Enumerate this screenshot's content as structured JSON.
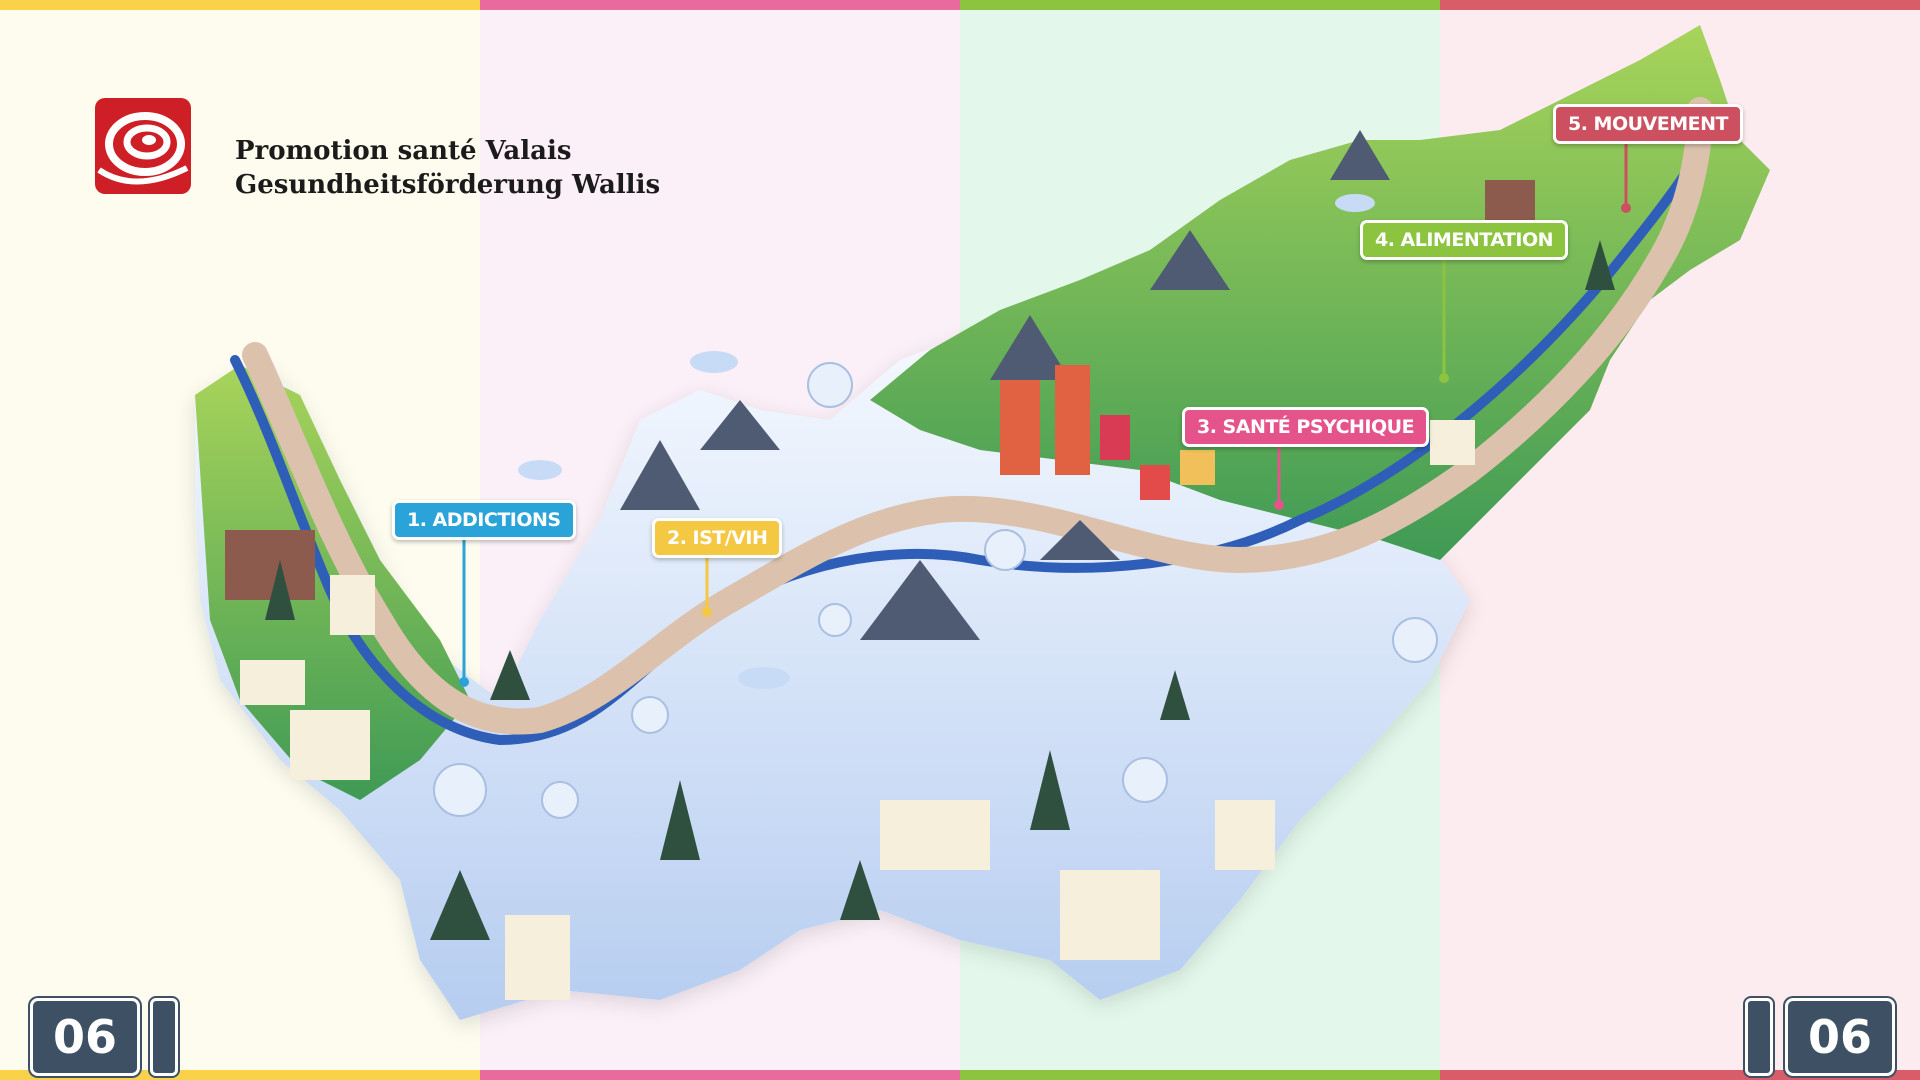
{
  "brand": {
    "line1": "Promotion santé Valais",
    "line2": "Gesundheitsförderung Wallis",
    "logo_icon": "red-spiral-logo-icon"
  },
  "colors": {
    "column_1_bg": "#fdfcef",
    "column_2_bg": "#fcf0f8",
    "column_3_bg": "#e3f8ea",
    "column_4_bg": "#fcebef",
    "bar_yellow": "#f9d24a",
    "bar_pink": "#e96a9c",
    "bar_green": "#8cc43f",
    "bar_red": "#d95c69",
    "logo_red": "#cf1f26"
  },
  "markers": [
    {
      "label": "1. ADDICTIONS",
      "color": "#2aa3d8"
    },
    {
      "label": "2. IST/VIH",
      "color": "#f4c842"
    },
    {
      "label": "3. SANTÉ PSYCHIQUE",
      "color": "#e4548b"
    },
    {
      "label": "4. ALIMENTATION",
      "color": "#8cc43f"
    },
    {
      "label": "5. MOUVEMENT",
      "color": "#cc5060"
    }
  ],
  "counters": {
    "left": "06",
    "right": "06"
  }
}
